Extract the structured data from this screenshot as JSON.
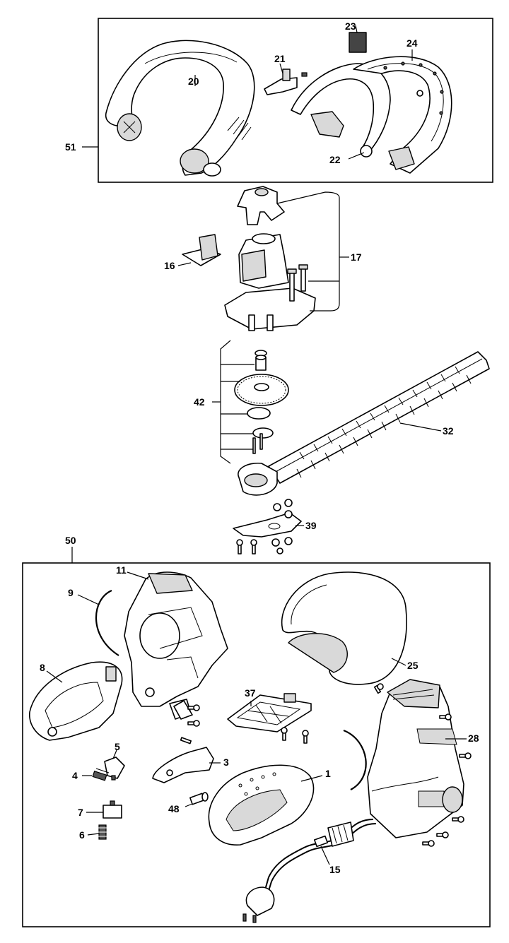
{
  "callouts": {
    "c20": "20",
    "c21": "21",
    "c22": "22",
    "c23": "23",
    "c24": "24",
    "c51": "51",
    "c16": "16",
    "c17": "17",
    "c42": "42",
    "c32": "32",
    "c39": "39",
    "c50": "50",
    "c11": "11",
    "c9": "9",
    "c8": "8",
    "c25": "25",
    "c37": "37",
    "c28": "28",
    "c5": "5",
    "c4": "4",
    "c3": "3",
    "c1": "1",
    "c7": "7",
    "c48": "48",
    "c6": "6",
    "c15": "15"
  },
  "colors": {
    "line": "#000000",
    "fill": "#ffffff",
    "shade": "#d9d9d9",
    "dark": "#555555"
  }
}
